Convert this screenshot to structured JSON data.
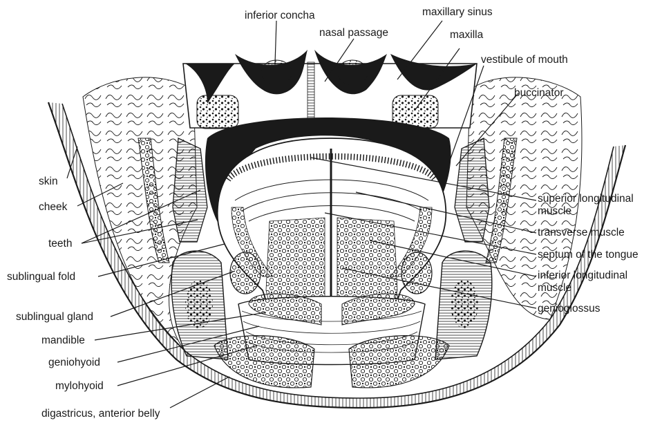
{
  "labels": {
    "inferior_concha": "inferior concha",
    "maxillary_sinus": "maxillary sinus",
    "nasal_passage": "nasal passage",
    "maxilla": "maxilla",
    "vestibule_of_mouth": "vestibule of mouth",
    "buccinator": "buccinator",
    "skin": "skin",
    "cheek": "cheek",
    "teeth": "teeth",
    "sublingual_fold": "sublingual fold",
    "sublingual_gland": "sublingual gland",
    "mandible": "mandible",
    "geniohyoid": "geniohyoid",
    "mylohyoid": "mylohyoid",
    "digastricus": "digastricus, anterior belly",
    "superior_longitudinal_1": "superior longitudinal",
    "superior_longitudinal_2": "muscle",
    "transverse_muscle": "transverse muscle",
    "septum_of_tongue": "septum of the tongue",
    "inferior_longitudinal_1": "inferior longitudinal",
    "inferior_longitudinal_2": "muscle",
    "genioglossus": "genioglossus"
  },
  "colors": {
    "ink": "#1a1a1a",
    "paper": "#ffffff"
  }
}
